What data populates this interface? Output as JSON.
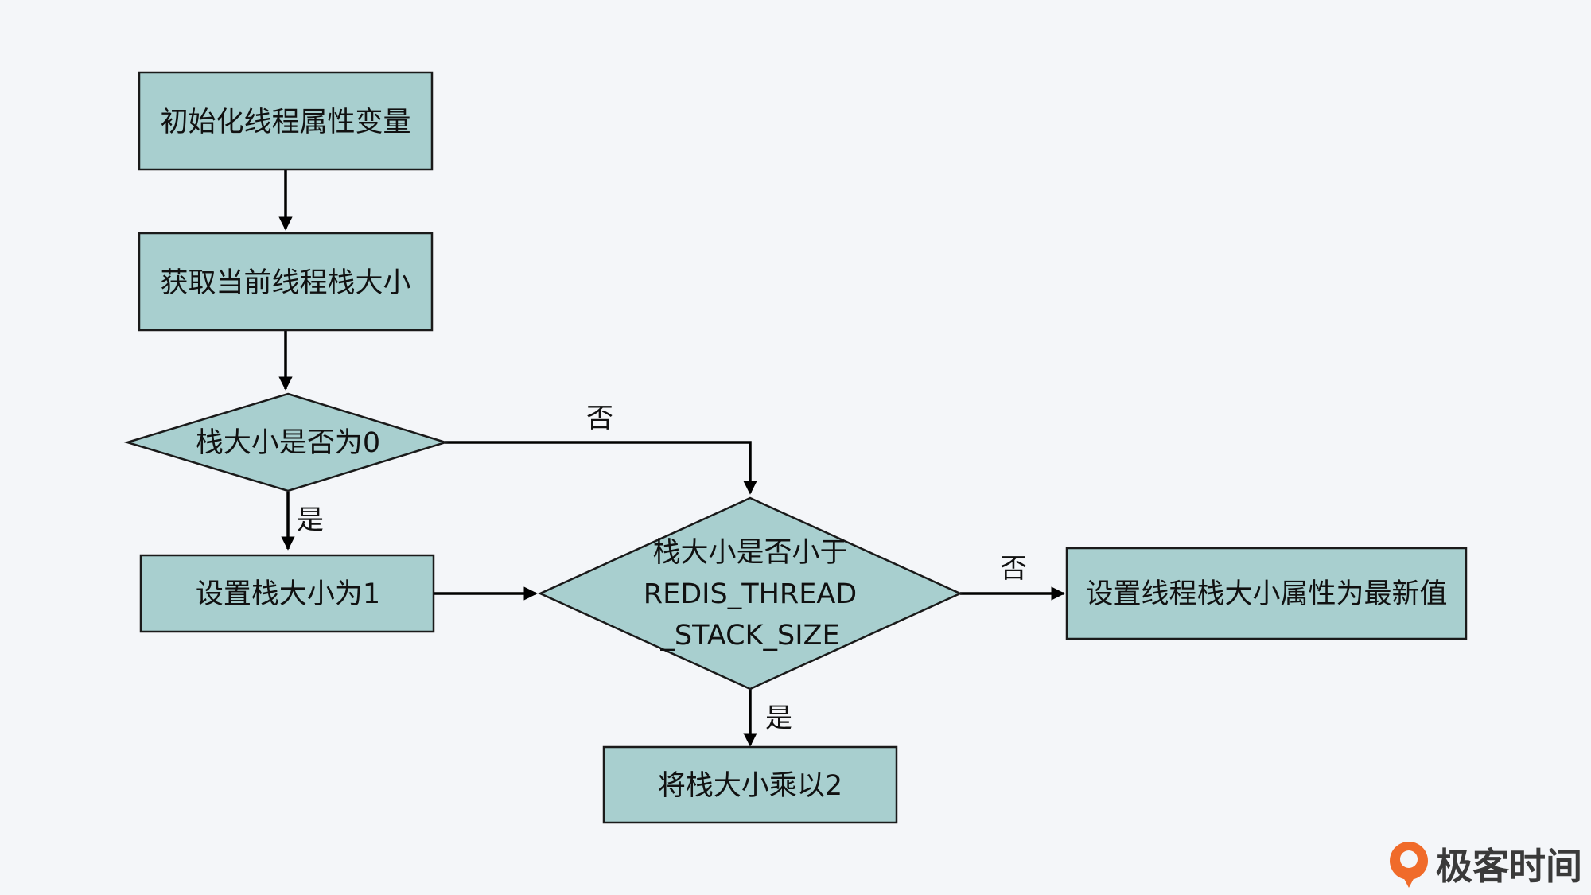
{
  "colors": {
    "background": "#f4f6f9",
    "node_fill": "#a8cfcf",
    "node_stroke": "#1a1a1a",
    "edge": "#000000",
    "brand_accent": "#f06b2a"
  },
  "nodes": {
    "init": "初始化线程属性变量",
    "get_size": "获取当前线程栈大小",
    "is_zero": "栈大小是否为0",
    "set_one": "设置栈大小为1",
    "compare_line1": "栈大小是否小于",
    "compare_line2": "REDIS_THREAD",
    "compare_line3": "_STACK_SIZE",
    "set_latest": "设置线程栈大小属性为最新值",
    "double": "将栈大小乘以2"
  },
  "edges": {
    "zero_no": "否",
    "zero_yes": "是",
    "compare_no": "否",
    "compare_yes": "是"
  },
  "brand": {
    "name": "极客时间",
    "icon": "geektime-logo-icon"
  }
}
